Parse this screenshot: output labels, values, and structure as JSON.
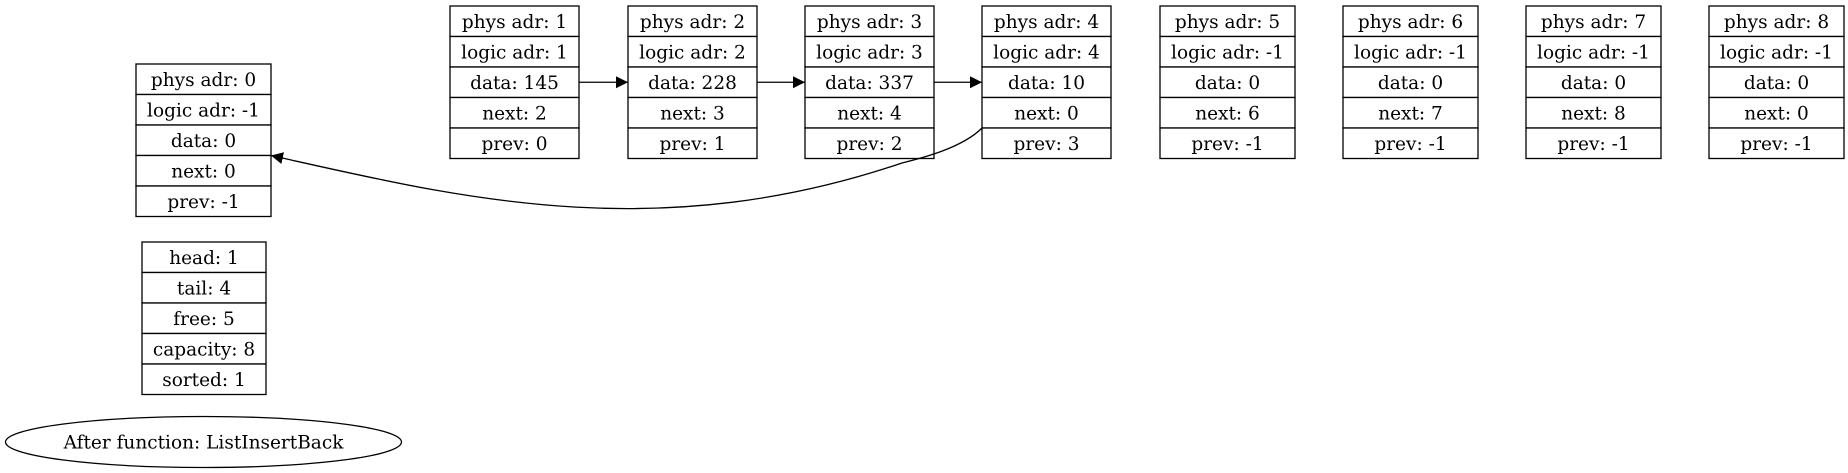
{
  "nodes": [
    {
      "id": 0,
      "fields": [
        "phys adr: 0",
        "logic adr: -1",
        "data: 0",
        "next: 0",
        "prev: -1"
      ]
    },
    {
      "id": 1,
      "fields": [
        "phys adr: 1",
        "logic adr: 1",
        "data: 145",
        "next: 2",
        "prev: 0"
      ]
    },
    {
      "id": 2,
      "fields": [
        "phys adr: 2",
        "logic adr: 2",
        "data: 228",
        "next: 3",
        "prev: 1"
      ]
    },
    {
      "id": 3,
      "fields": [
        "phys adr: 3",
        "logic adr: 3",
        "data: 337",
        "next: 4",
        "prev: 2"
      ]
    },
    {
      "id": 4,
      "fields": [
        "phys adr: 4",
        "logic adr: 4",
        "data: 10",
        "next: 0",
        "prev: 3"
      ]
    },
    {
      "id": 5,
      "fields": [
        "phys adr: 5",
        "logic adr: -1",
        "data: 0",
        "next: 6",
        "prev: -1"
      ]
    },
    {
      "id": 6,
      "fields": [
        "phys adr: 6",
        "logic adr: -1",
        "data: 0",
        "next: 7",
        "prev: -1"
      ]
    },
    {
      "id": 7,
      "fields": [
        "phys adr: 7",
        "logic adr: -1",
        "data: 0",
        "next: 8",
        "prev: -1"
      ]
    },
    {
      "id": 8,
      "fields": [
        "phys adr: 8",
        "logic adr: -1",
        "data: 0",
        "next: 0",
        "prev: -1"
      ]
    }
  ],
  "list_info": {
    "fields": [
      "head: 1",
      "tail: 4",
      "free: 5",
      "capacity: 8",
      "sorted: 1"
    ]
  },
  "caption": "After function: ListInsertBack",
  "edges": [
    {
      "from": 1,
      "to": 2
    },
    {
      "from": 2,
      "to": 3
    },
    {
      "from": 3,
      "to": 4
    },
    {
      "from": 4,
      "to": 0
    }
  ]
}
